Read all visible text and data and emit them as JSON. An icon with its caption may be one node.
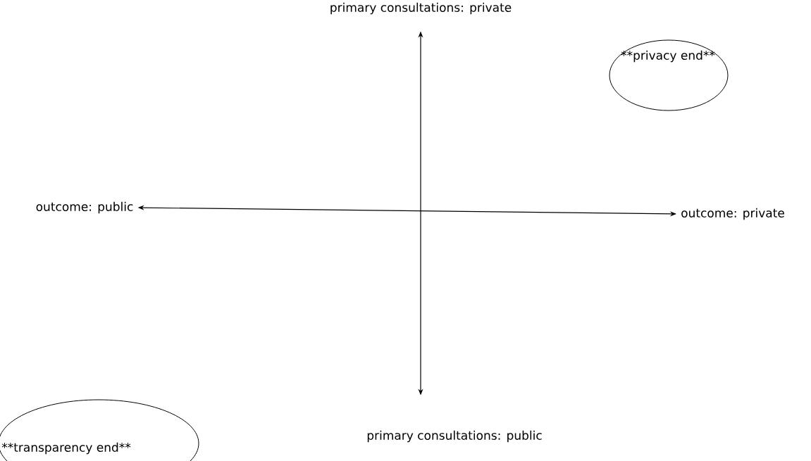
{
  "diagram": {
    "nodes": [
      {
        "text": [
          "primary consultations: private"
        ]
      },
      {
        "text": [
          "outcome: public"
        ]
      },
      {
        "text": [
          "outcome: private"
        ]
      },
      {
        "text": [
          "primary consultations: public"
        ]
      },
      {
        "text": [
          "**privacy end**"
        ]
      },
      {
        "text": [
          "**transparency end**"
        ]
      }
    ],
    "edges": [
      {
        "from": 0,
        "to": 3,
        "arrow": "both"
      },
      {
        "from": 1,
        "to": 2,
        "arrow": "both"
      }
    ]
  }
}
